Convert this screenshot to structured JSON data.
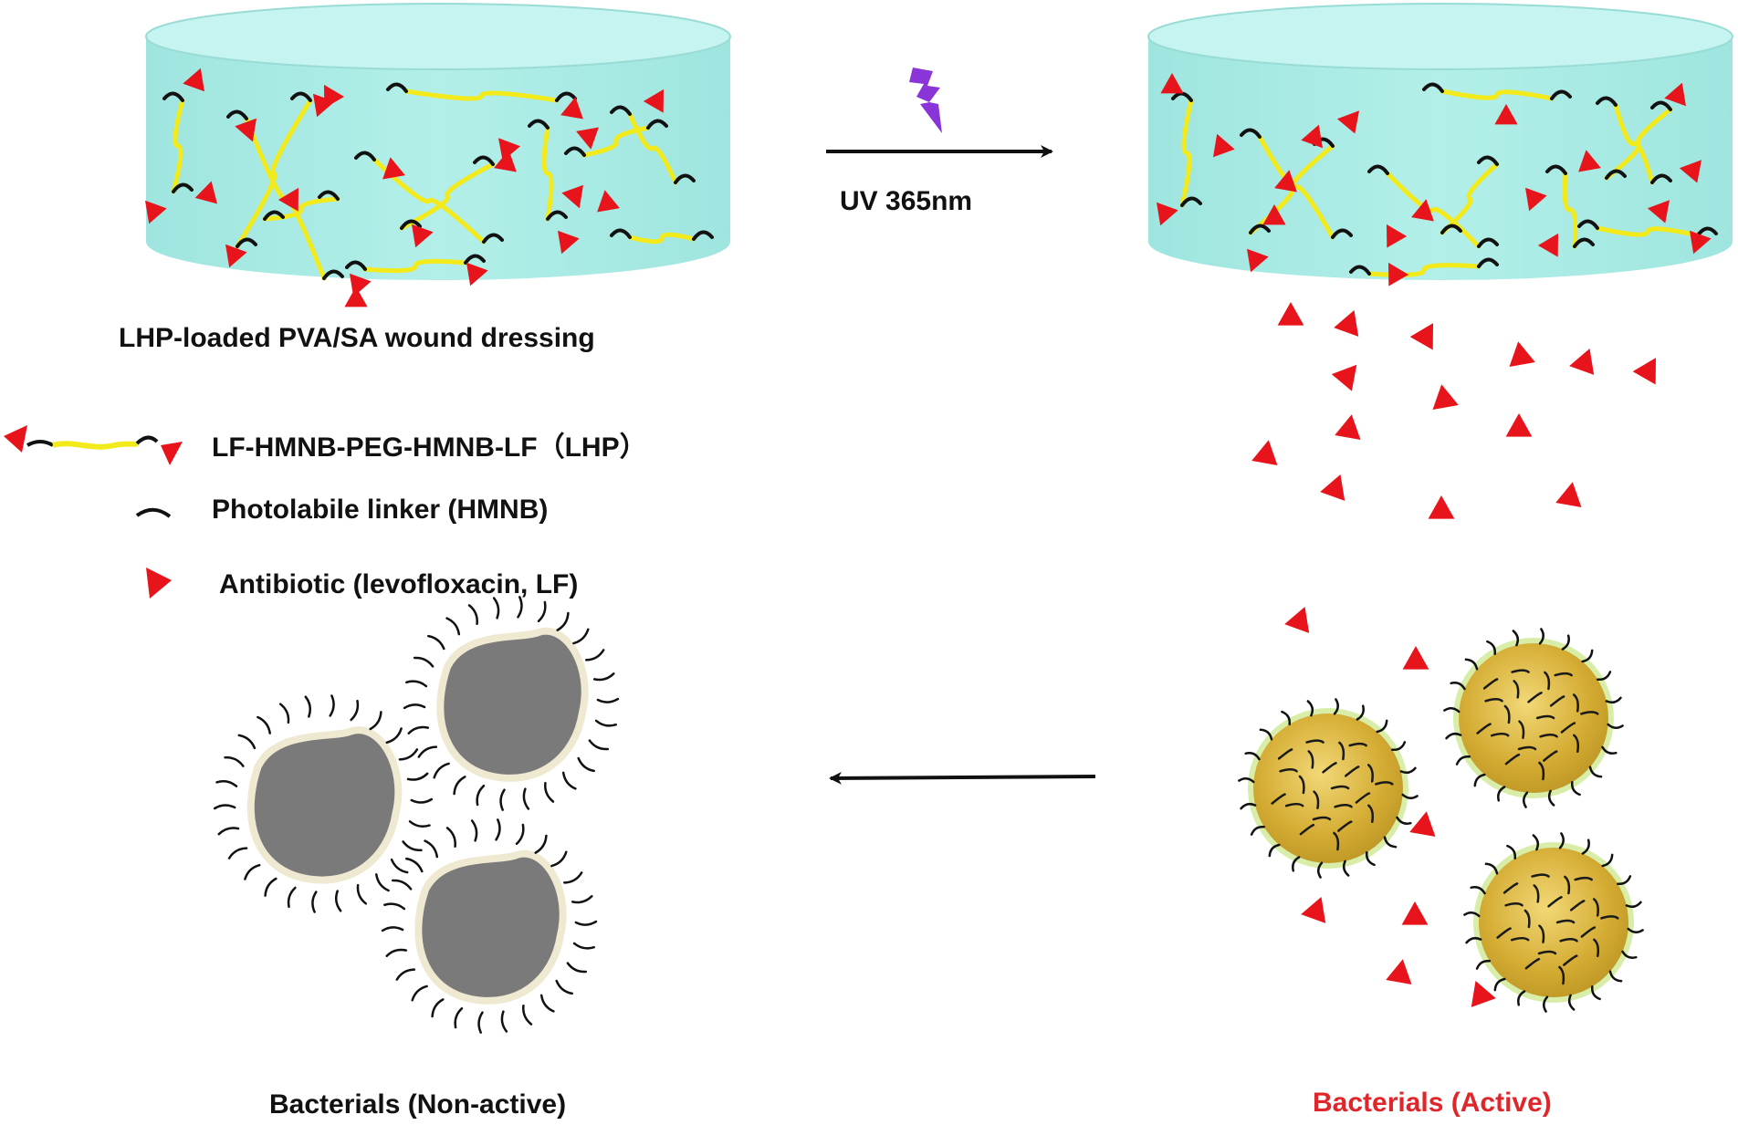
{
  "labels": {
    "dressing": "LHP-loaded PVA/SA wound dressing",
    "uv": "UV 365nm",
    "legend_lhp": "LF-HMNB-PEG-HMNB-LF（LHP）",
    "legend_linker": "Photolabile linker (HMNB)",
    "legend_antibiotic": "Antibiotic (levofloxacin, LF)",
    "bacteria_nonactive": "Bacterials (Non-active)",
    "bacteria_active": "Bacterials (Active)"
  },
  "colors": {
    "hydrogel": "#a8ebe5",
    "hydrogel_top": "#c4f3ef",
    "peg_chain": "#f2ea1a",
    "linker": "#111111",
    "antibiotic": "#e8141b",
    "uv_bolt": "#8a35d8",
    "active_label": "#e0262b",
    "active_cell": "#d8b43a",
    "active_halo": "#d8eea8",
    "inactive_cell": "#7a7a7a"
  },
  "icons": {
    "uv": "lightning-bolt-icon",
    "antibiotic": "red-triangle-icon",
    "linker": "black-curve-icon"
  }
}
